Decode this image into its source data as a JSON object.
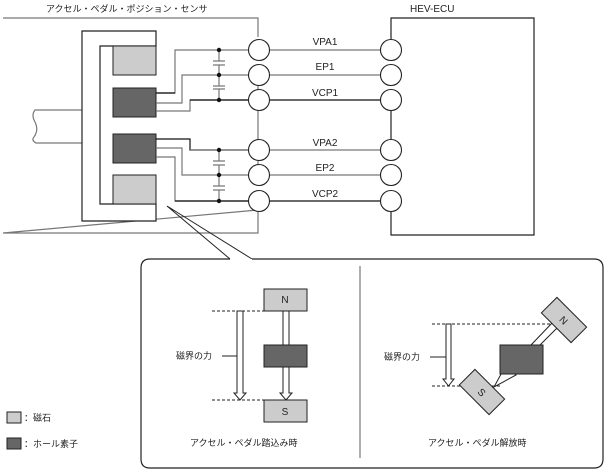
{
  "sensor": {
    "title": "アクセル・ペダル・ポジション・センサ"
  },
  "ecu": {
    "title": "HEV-ECU"
  },
  "signals": [
    {
      "name": "VPA1",
      "wire_color": "#777777"
    },
    {
      "name": "EP1",
      "wire_color": "#777777"
    },
    {
      "name": "VCP1",
      "wire_color": "#111111"
    },
    {
      "name": "VPA2",
      "wire_color": "#777777"
    },
    {
      "name": "EP2",
      "wire_color": "#777777"
    },
    {
      "name": "VCP2",
      "wire_color": "#111111"
    }
  ],
  "detail": {
    "pressed": {
      "caption": "アクセル・ペダル踏込み時",
      "force_label": "磁界の力",
      "north": "N",
      "south": "S"
    },
    "released": {
      "caption": "アクセル・ペダル解放時",
      "force_label": "磁界の力",
      "north": "N",
      "south": "S"
    }
  },
  "legend": [
    {
      "label": "：磁石",
      "color": "#cccccc"
    },
    {
      "label": "：ホール素子",
      "color": "#666666"
    }
  ],
  "colors": {
    "magnet": "#cccccc",
    "hall": "#666666",
    "frame": "#777777"
  }
}
